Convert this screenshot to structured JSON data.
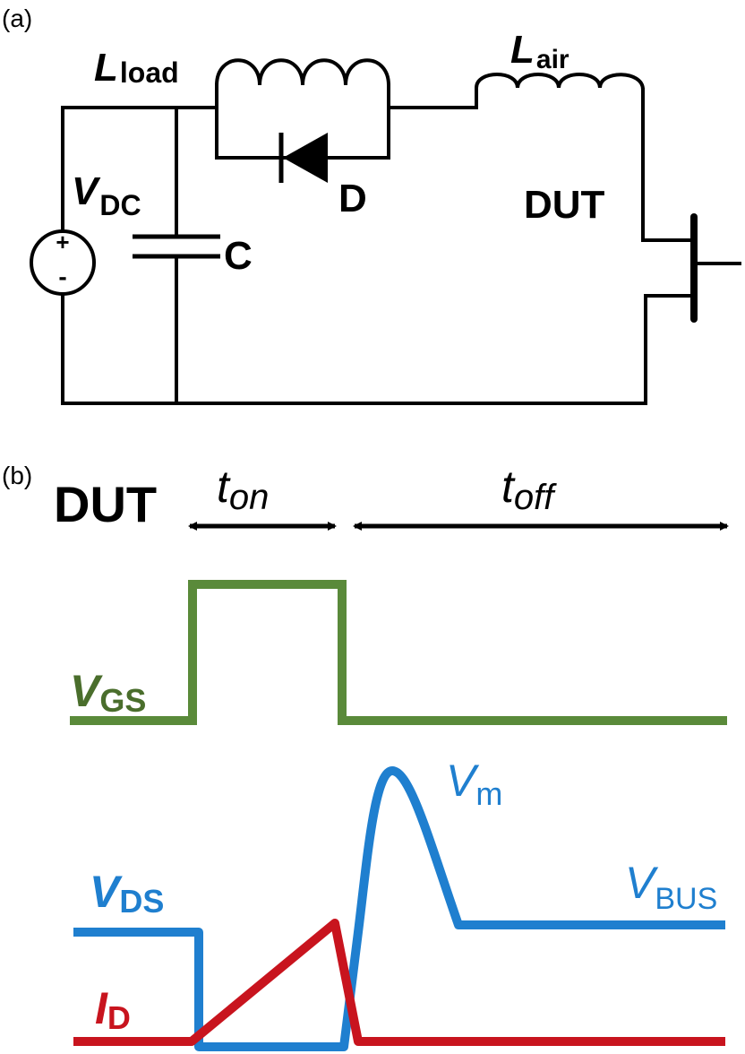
{
  "panel_a": {
    "tag": "(a)",
    "l_load": {
      "main": "L",
      "sub": "load"
    },
    "l_air": {
      "main": "L",
      "sub": "air"
    },
    "v_dc": {
      "main": "V",
      "sub": "DC"
    },
    "capacitor": "C",
    "diode": "D",
    "dut": "DUT",
    "plus": "+",
    "minus": "-"
  },
  "panel_b": {
    "tag": "(b)",
    "dut": "DUT",
    "t_on": {
      "main": "t",
      "sub": "on"
    },
    "t_off": {
      "main": "t",
      "sub": "off"
    },
    "v_gs": {
      "main": "V",
      "sub": "GS"
    },
    "v_m": {
      "main": "V",
      "sub": "m"
    },
    "v_ds": {
      "main": "V",
      "sub": "DS"
    },
    "v_bus": {
      "main": "V",
      "sub": "BUS"
    },
    "i_d": {
      "main": "I",
      "sub": "D"
    }
  },
  "colors": {
    "circuit": "#000000",
    "v_gs": "#5a8a3a",
    "v_ds": "#1f7fcf",
    "i_d": "#c8141e"
  }
}
